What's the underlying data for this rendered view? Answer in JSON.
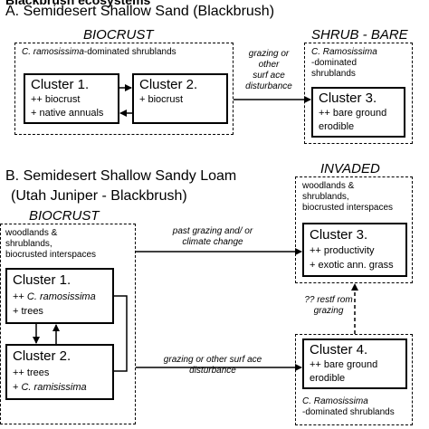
{
  "header_cut": "Blackbrush ecosystems",
  "A": {
    "title": "A. Semidesert Shallow Sand (Blackbrush)",
    "state1_name": "BIOCRUST",
    "state1_desc_italic": "C. ramosissima",
    "state1_desc_rest": "-dominated shrublands",
    "cluster1": {
      "title": "Cluster 1.",
      "items": [
        "++ biocrust",
        "+ native annuals"
      ]
    },
    "cluster2": {
      "title": "Cluster 2.",
      "items": [
        "+ biocrust"
      ]
    },
    "transition_label": [
      "grazing or",
      "other",
      "surf ace",
      "disturbance"
    ],
    "state2_name": "SHRUB - BARE",
    "state2_desc": [
      "C. Ramosissima",
      "-dominated",
      "shrublands"
    ],
    "cluster3": {
      "title": "Cluster 3.",
      "items": [
        "++ bare ground",
        "erodible"
      ]
    }
  },
  "B": {
    "title_line1": "B. Semidesert Shallow Sandy Loam",
    "title_line2": "(Utah Juniper - Blackbrush)",
    "state1_name": "BIOCRUST",
    "state1_desc": [
      "woodlands &",
      "shrublands,",
      "biocrusted interspaces"
    ],
    "cluster1": {
      "title": "Cluster 1.",
      "items": [
        "++ C. ramosissima",
        "+ trees"
      ]
    },
    "cluster2": {
      "title": "Cluster 2.",
      "items": [
        "++ trees",
        "+ C. ramisissima"
      ]
    },
    "upper_transition": [
      "past grazing and/ or",
      "climate change"
    ],
    "lower_transition": [
      "grazing or other surf ace",
      "disturbance"
    ],
    "state2_name": "INVADED",
    "state2_desc": [
      "woodlands &",
      "shrublands,",
      "biocrusted interspaces"
    ],
    "cluster3": {
      "title": "Cluster 3.",
      "items": [
        "++ productivity",
        "+ exotic ann. grass"
      ]
    },
    "restoration_label": [
      "?? restf rom",
      "grazing"
    ],
    "cluster4": {
      "title": "Cluster 4.",
      "items": [
        "++ bare ground",
        "erodible"
      ]
    },
    "state3_desc": [
      "C. Ramosissima",
      "-dominated shrublands"
    ]
  }
}
